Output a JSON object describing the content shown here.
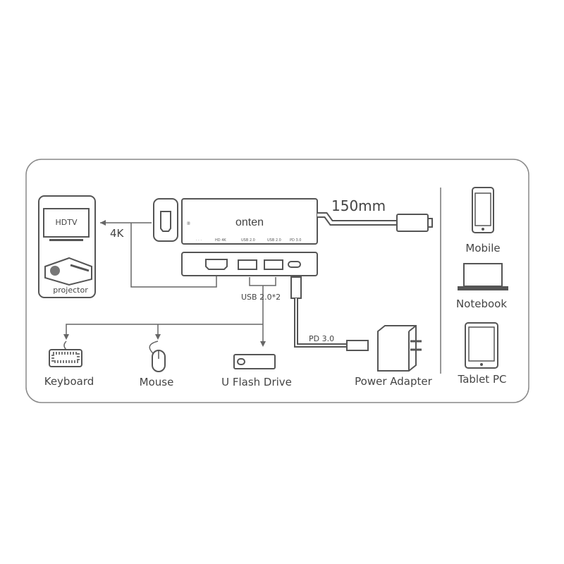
{
  "hub": {
    "brand": "onten",
    "port_labels": [
      "HD 4K",
      "USB 2.0",
      "USB 2.0",
      "PD 3.0"
    ]
  },
  "cable_length": "150mm",
  "display": {
    "hdtv": "HDTV",
    "projector": "projector",
    "resolution": "4K"
  },
  "usb_label": "USB 2.0*2",
  "pd_label": "PD 3.0",
  "peripherals": [
    "Keyboard",
    "Mouse",
    "U Flash Drive",
    "Power Adapter"
  ],
  "hosts": [
    "Mobile",
    "Notebook",
    "Tablet PC"
  ],
  "colors": {
    "line": "#666666",
    "fill": "#555555",
    "border": "#888888"
  }
}
